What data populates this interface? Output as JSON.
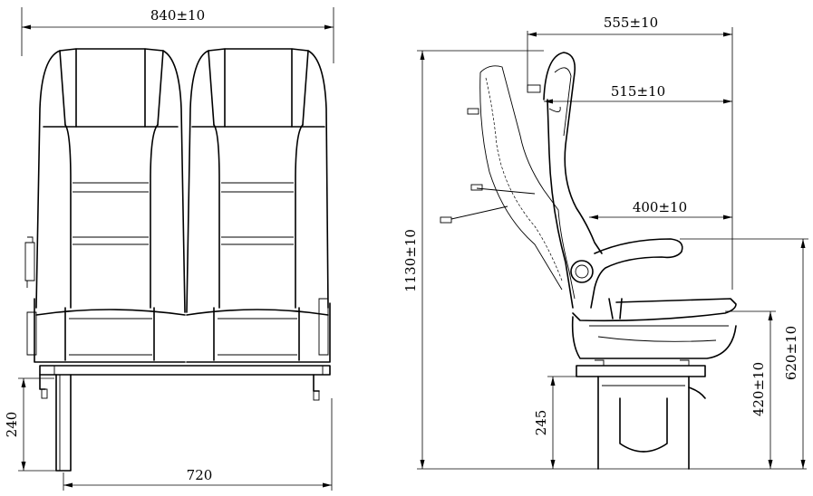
{
  "dimensions": {
    "total_width": "840±10",
    "leg_spacing": "720",
    "leg_height": "240",
    "total_depth": "555±10",
    "seat_back_depth": "515±10",
    "armrest_depth": "400±10",
    "total_height": "1130±10",
    "armrest_height": "620±10",
    "seat_height": "420±10",
    "pedestal_height": "245"
  }
}
